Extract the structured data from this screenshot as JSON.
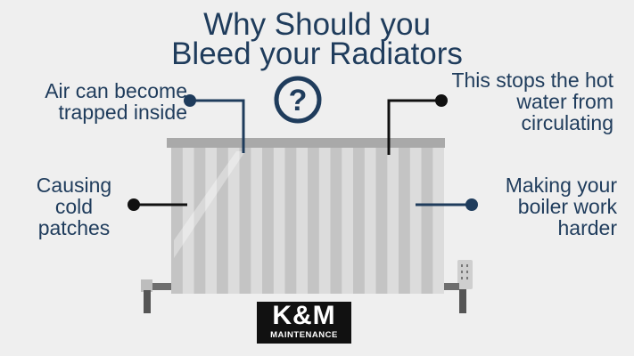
{
  "title": {
    "line1": "Why Should you",
    "line2": "Bleed your Radiators"
  },
  "center_icon": {
    "glyph": "?",
    "icon": "question-mark-icon",
    "color": "#1f3c5c"
  },
  "callouts": {
    "top_left": [
      "Air can become",
      "trapped inside"
    ],
    "top_right": [
      "This stops the hot",
      "water from",
      "circulating"
    ],
    "mid_left": [
      "Causing",
      "cold",
      "patches"
    ],
    "mid_right": [
      "Making your",
      "boiler work",
      "harder"
    ]
  },
  "logo": {
    "big": "K&M",
    "small": "MAINTENANCE"
  },
  "colors": {
    "navy": "#1f3c5c",
    "black": "#111111",
    "background": "#efefef",
    "radiator_light": "#dcdcdc",
    "radiator_dark": "#c4c4c4",
    "radiator_top": "#a9a9a9"
  }
}
